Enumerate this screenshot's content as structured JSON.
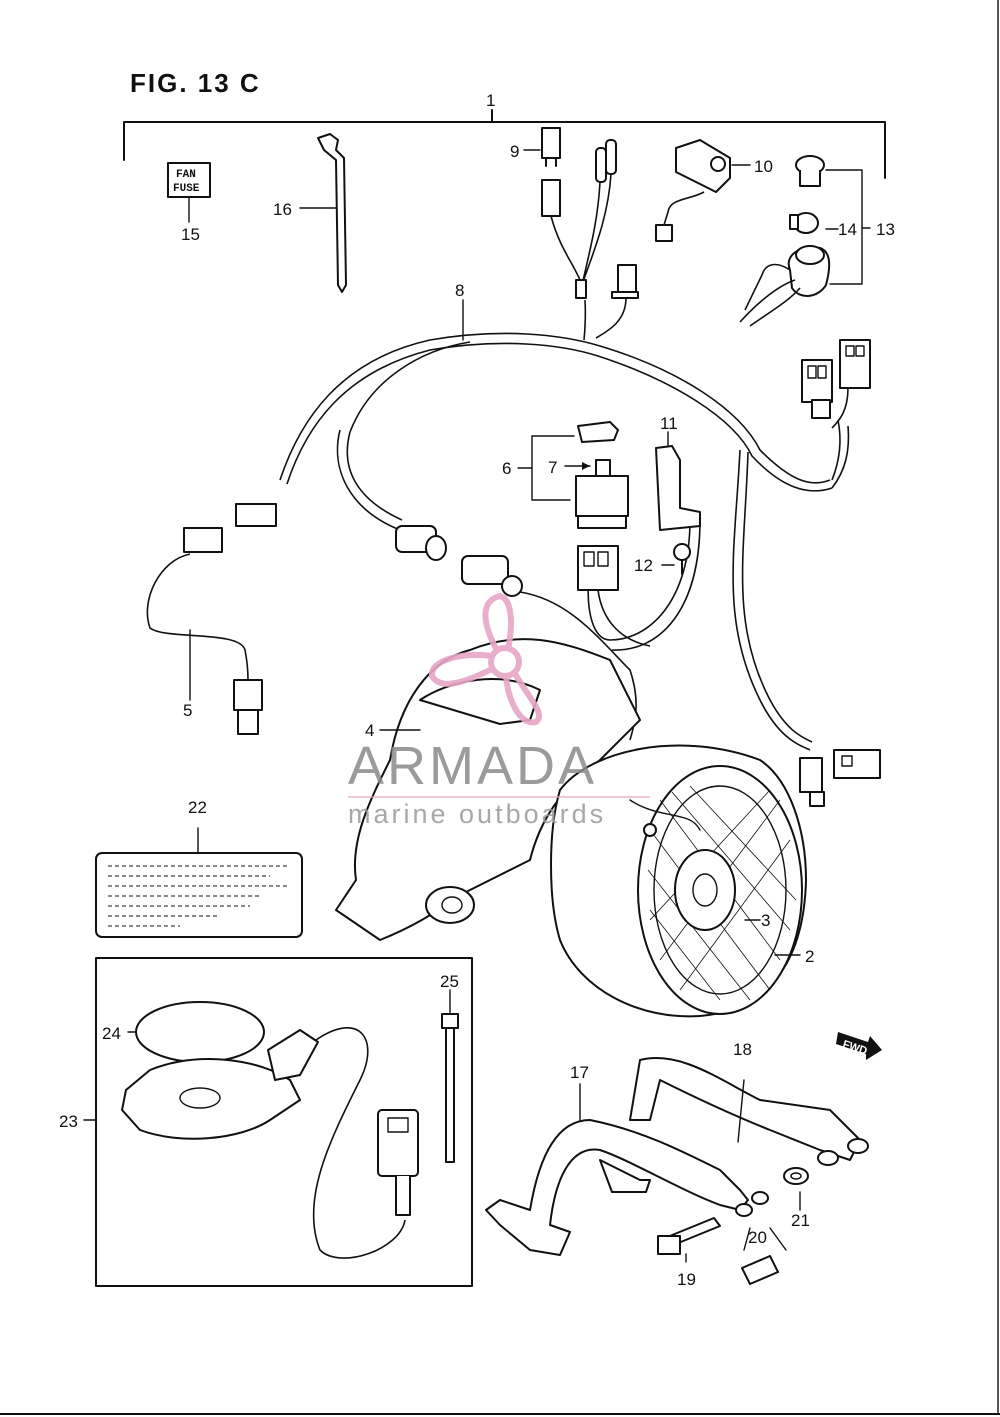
{
  "figure": {
    "title": "FIG. 13 C"
  },
  "fuse_label": {
    "line1": "FAN",
    "line2": "FUSE"
  },
  "fwd_arrow": {
    "text": "FWD"
  },
  "watermark": {
    "brand": "ARMADA",
    "tagline": "marine outboards",
    "logo_color": "#e8a6c8"
  },
  "callouts": {
    "c1": "1",
    "c2": "2",
    "c3": "3",
    "c4": "4",
    "c5": "5",
    "c6": "6",
    "c7": "7",
    "c8": "8",
    "c9": "9",
    "c10": "10",
    "c11": "11",
    "c12": "12",
    "c13": "13",
    "c14": "14",
    "c15": "15",
    "c16": "16",
    "c17": "17",
    "c18": "18",
    "c19": "19",
    "c20": "20",
    "c21": "21",
    "c22": "22",
    "c23": "23",
    "c24": "24",
    "c25": "25"
  }
}
